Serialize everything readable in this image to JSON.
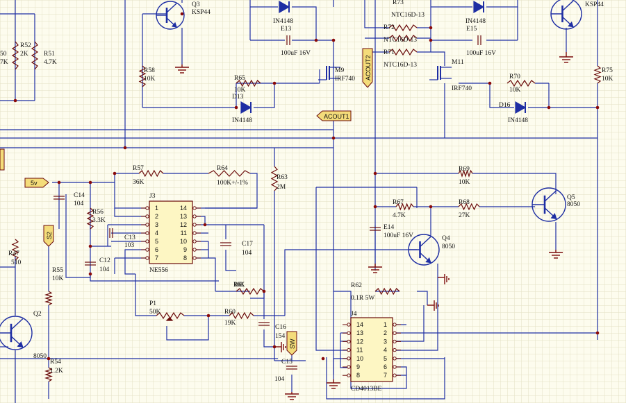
{
  "colors": {
    "background": "#fdfcee",
    "grid": "#e4e1c4",
    "wire": "#1e2ea3",
    "component": "#6a0a0a",
    "junction": "#8a0a0a",
    "ground": "#7a0a0a",
    "port_fill": "#f4dc7a",
    "ic_fill": "#fdf6c3"
  },
  "components": [
    {
      "id": "q3",
      "ref": "Q3",
      "value": "KSP44"
    },
    {
      "id": "q5b",
      "ref": "",
      "value": "KSP44"
    },
    {
      "id": "d_top1",
      "ref": "IN4148",
      "value": ""
    },
    {
      "id": "d_top2",
      "ref": "IN4148",
      "value": ""
    },
    {
      "id": "e13",
      "ref": "E13",
      "value": "100uF 16V"
    },
    {
      "id": "e15",
      "ref": "E15",
      "value": "100uF 16V"
    },
    {
      "id": "r73",
      "ref": "R73",
      "value": "NTC16D-13"
    },
    {
      "id": "r72",
      "ref": "R72",
      "value": "NTC16D-13"
    },
    {
      "id": "r71",
      "ref": "R71",
      "value": "NTC16D-13"
    },
    {
      "id": "r52",
      "ref": "R52",
      "value": "2K"
    },
    {
      "id": "r51",
      "ref": "R51",
      "value": "4.7K"
    },
    {
      "id": "r50",
      "ref": "50",
      "value": "7K"
    },
    {
      "id": "r58",
      "ref": "R58",
      "value": "10K"
    },
    {
      "id": "r65",
      "ref": "R65",
      "value": "10K"
    },
    {
      "id": "d13",
      "ref": "D13",
      "value": "IN4148"
    },
    {
      "id": "m9",
      "ref": "M9",
      "value": "IRF740"
    },
    {
      "id": "m11",
      "ref": "M11",
      "value": "IRF740"
    },
    {
      "id": "r70",
      "ref": "R70",
      "value": "10K"
    },
    {
      "id": "d16",
      "ref": "D16",
      "value": "IN4148"
    },
    {
      "id": "r75",
      "ref": "R75",
      "value": "10K"
    },
    {
      "id": "r57",
      "ref": "R57",
      "value": "36K"
    },
    {
      "id": "r64",
      "ref": "R64",
      "value": "100K+/-1%"
    },
    {
      "id": "r63",
      "ref": "R63",
      "value": "2M"
    },
    {
      "id": "c14",
      "ref": "C14",
      "value": "104"
    },
    {
      "id": "r56",
      "ref": "R56",
      "value": "3.3K"
    },
    {
      "id": "c13",
      "ref": "C13",
      "value": "103"
    },
    {
      "id": "c12",
      "ref": "C12",
      "value": "104"
    },
    {
      "id": "c17",
      "ref": "C17",
      "value": "104"
    },
    {
      "id": "r61",
      "ref": "R61",
      "value": "10K"
    },
    {
      "id": "p1",
      "ref": "P1",
      "value": "50K"
    },
    {
      "id": "r60",
      "ref": "R60",
      "value": "19K"
    },
    {
      "id": "c16",
      "ref": "C16",
      "value": "154"
    },
    {
      "id": "c15",
      "ref": "C15",
      "value": "104"
    },
    {
      "id": "r69",
      "ref": "R69",
      "value": "10K"
    },
    {
      "id": "r67",
      "ref": "R67",
      "value": "4.7K"
    },
    {
      "id": "r68",
      "ref": "R68",
      "value": "27K"
    },
    {
      "id": "q5",
      "ref": "Q5",
      "value": "8050"
    },
    {
      "id": "e14",
      "ref": "E14",
      "value": "100uF 16V"
    },
    {
      "id": "q4",
      "ref": "Q4",
      "value": "8050"
    },
    {
      "id": "r62",
      "ref": "R62",
      "value": "0.1R 5W"
    },
    {
      "id": "r47",
      "ref": "R47",
      "value": "510"
    },
    {
      "id": "r55",
      "ref": "R55",
      "value": "10K"
    },
    {
      "id": "q2",
      "ref": "Q2",
      "value": "8050"
    },
    {
      "id": "r54",
      "ref": "R54",
      "value": "1.2K"
    }
  ],
  "ports": [
    {
      "id": "acout2",
      "text": "ACOUT2"
    },
    {
      "id": "acout1",
      "text": "ACOUT1"
    },
    {
      "id": "v5",
      "text": "5v"
    },
    {
      "id": "s2",
      "text": "S2"
    },
    {
      "id": "sw",
      "text": "SW"
    }
  ],
  "ics": [
    {
      "id": "j3",
      "ref": "J3",
      "part": "NE556",
      "left_pins": [
        "1",
        "2",
        "3",
        "4",
        "5",
        "6",
        "7"
      ],
      "right_pins": [
        "14",
        "13",
        "12",
        "11",
        "10",
        "9",
        "8"
      ]
    },
    {
      "id": "j4",
      "ref": "J4",
      "part": "CD4013BE",
      "left_pins": [
        "14",
        "13",
        "12",
        "11",
        "10",
        "9",
        "8"
      ],
      "right_pins": [
        "1",
        "2",
        "3",
        "4",
        "5",
        "6",
        "7"
      ]
    }
  ]
}
